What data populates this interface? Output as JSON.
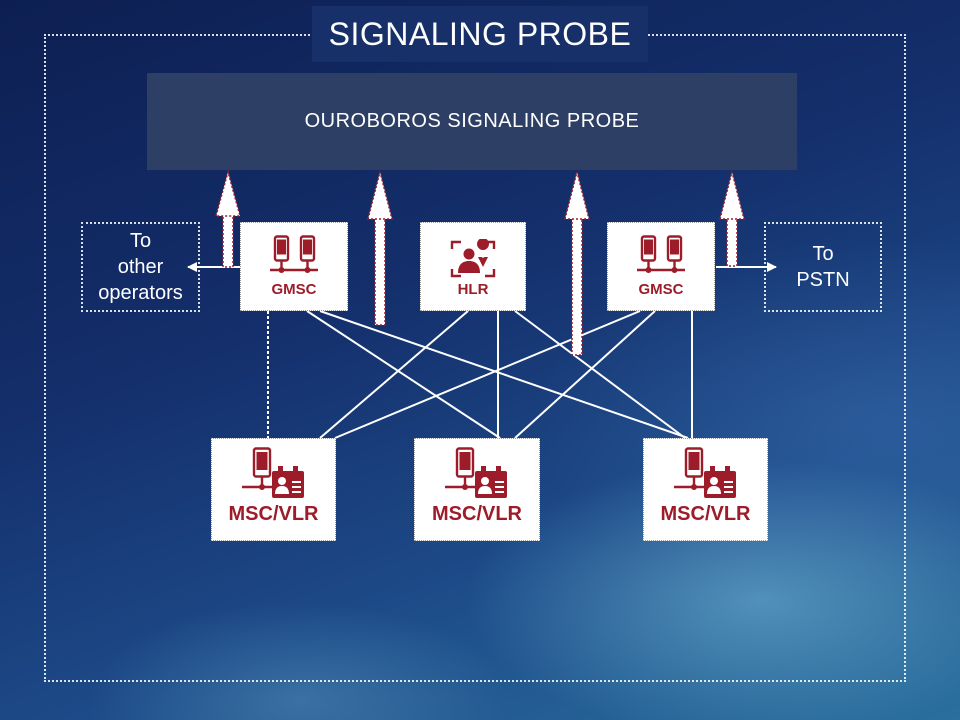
{
  "title": "SIGNALING PROBE",
  "probe": {
    "label": "OUROBOROS SIGNALING PROBE"
  },
  "nodes": {
    "gmsc_left": {
      "label": "GMSC",
      "icon": "two-phones-network-icon"
    },
    "hlr": {
      "label": "HLR",
      "icon": "location-register-icon"
    },
    "gmsc_right": {
      "label": "GMSC",
      "icon": "two-phones-network-icon"
    },
    "msc_left": {
      "label": "MSC/VLR",
      "icon": "phone-and-id-card-icon"
    },
    "msc_center": {
      "label": "MSC/VLR",
      "icon": "phone-and-id-card-icon"
    },
    "msc_right": {
      "label": "MSC/VLR",
      "icon": "phone-and-id-card-icon"
    }
  },
  "external": {
    "left": {
      "lines": [
        "To",
        "other",
        "operators"
      ]
    },
    "right": {
      "lines": [
        "To",
        "PSTN"
      ]
    }
  },
  "colors": {
    "node_label": "#9d1c2a",
    "probe_bar": "#2e3f66",
    "tap_arrow": "#9d1c2a"
  }
}
